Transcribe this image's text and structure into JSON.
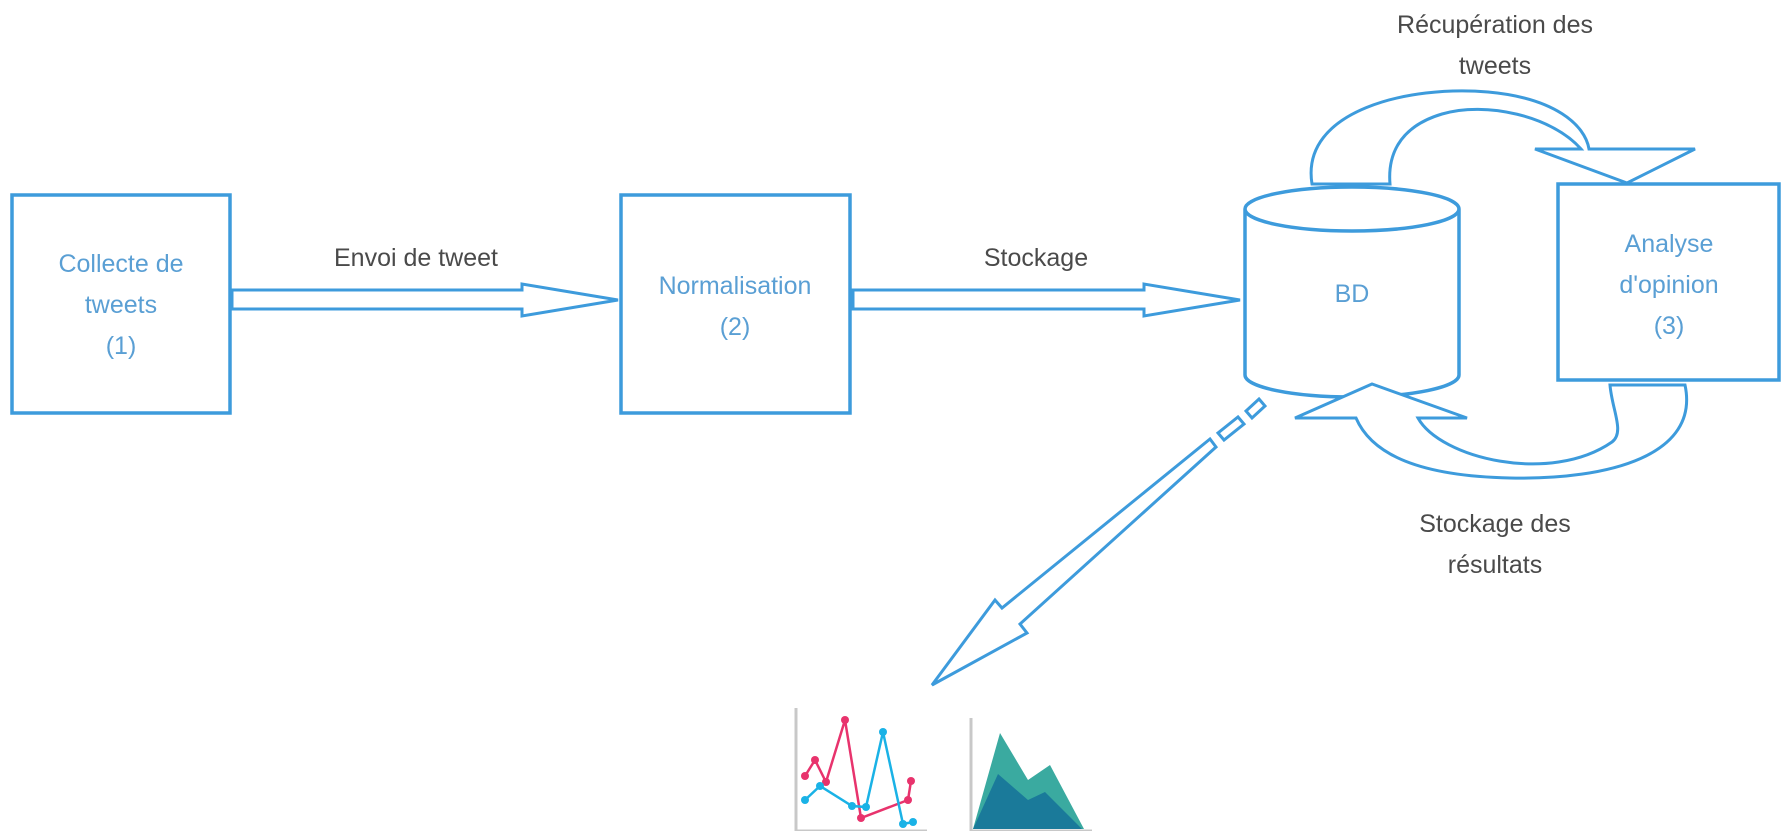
{
  "colors": {
    "stroke": "#3d9bdc",
    "node_text": "#5a9fd4",
    "edge_text": "#4a4a4a",
    "chart_pink": "#e8336d",
    "chart_cyan": "#1ab2e6",
    "chart_axis": "#c8c8c8",
    "area_light": "#3aaaa0",
    "area_dark": "#1a7a9a"
  },
  "nodes": {
    "collecte": {
      "lines": [
        "Collecte de",
        "tweets",
        "(1)"
      ]
    },
    "normalisation": {
      "lines": [
        "Normalisation",
        "(2)"
      ]
    },
    "bd": {
      "lines": [
        "BD"
      ]
    },
    "analyse": {
      "lines": [
        "Analyse",
        "d'opinion",
        "(3)"
      ]
    }
  },
  "edges": {
    "envoi": {
      "lines": [
        "Envoi de tweet"
      ]
    },
    "stockage": {
      "lines": [
        "Stockage"
      ]
    },
    "recuperation": {
      "lines": [
        "Récupération des",
        "tweets"
      ]
    },
    "stockage_resultats": {
      "lines": [
        "Stockage des",
        "résultats"
      ]
    }
  },
  "icons": {
    "line_chart": "line-chart-icon",
    "area_chart": "area-chart-icon",
    "pencil": "pencil-icon"
  }
}
